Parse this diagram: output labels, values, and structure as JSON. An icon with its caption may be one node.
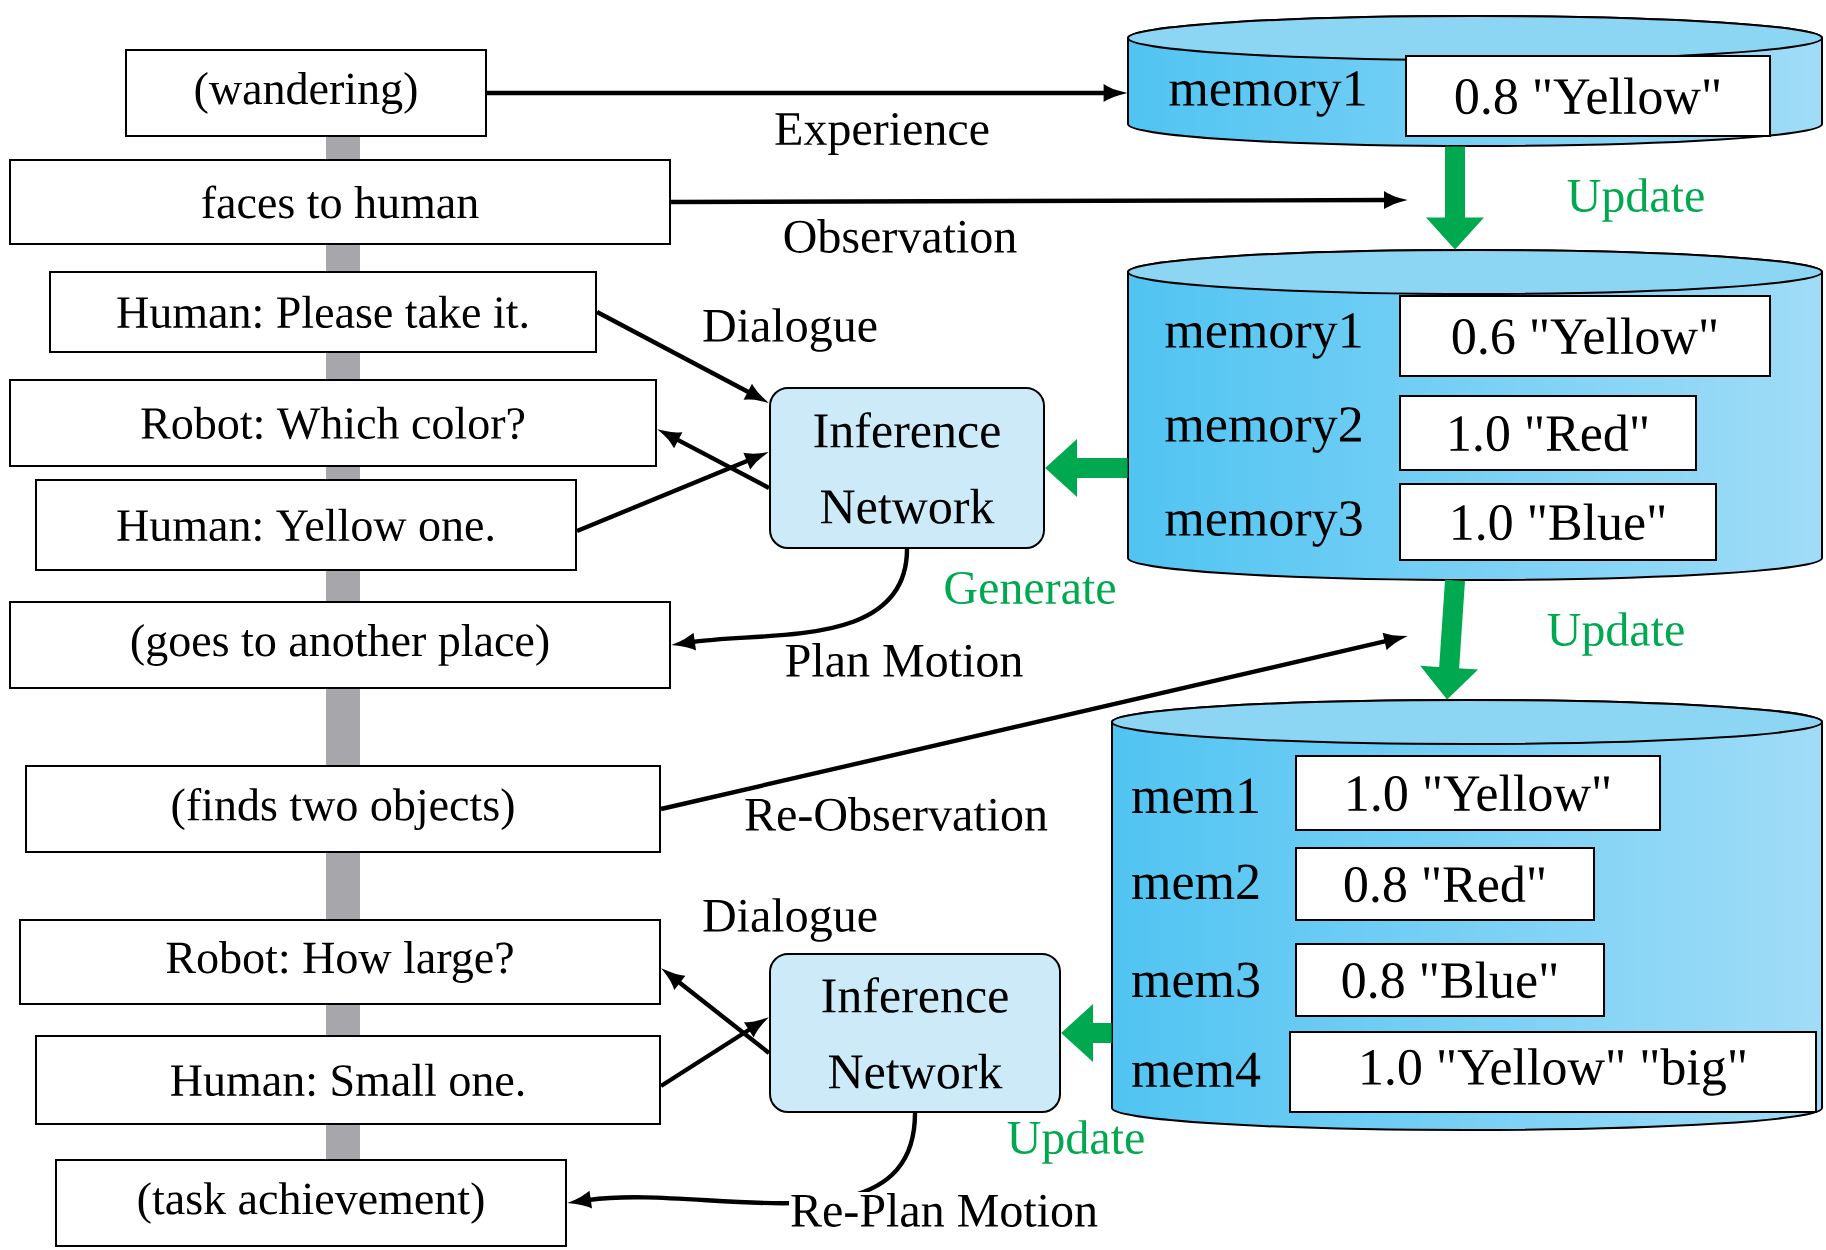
{
  "diagram": {
    "nodes": [
      {
        "text": [
          "(wandering)"
        ]
      },
      {
        "text": [
          "faces to human"
        ]
      },
      {
        "text": [
          "Human: Please take it."
        ]
      },
      {
        "text": [
          "Robot: Which color?"
        ]
      },
      {
        "text": [
          "Human: Yellow one."
        ]
      },
      {
        "text": [
          "(goes to another place)"
        ]
      },
      {
        "text": [
          "(finds two objects)"
        ]
      },
      {
        "text": [
          "Robot: How large?"
        ]
      },
      {
        "text": [
          "Human: Small one."
        ]
      },
      {
        "text": [
          "(task achievement)"
        ]
      },
      {
        "text": [
          "Inference Network"
        ]
      },
      {
        "text": [
          "Inference Network"
        ]
      },
      {
        "text": [
          "memory1"
        ]
      },
      {
        "text": [
          "0.8 \"Yellow\""
        ],
        "in": 12
      },
      {
        "text": [
          "memory1",
          "memory2",
          "memory3"
        ]
      },
      {
        "text": [
          "0.6 \"Yellow\""
        ],
        "in": 14
      },
      {
        "text": [
          "1.0 \"Red\""
        ],
        "in": 14
      },
      {
        "text": [
          "1.0 \"Blue\""
        ],
        "in": 14
      },
      {
        "text": [
          "mem1",
          "mem2",
          "mem3",
          "mem4"
        ]
      },
      {
        "text": [
          "1.0 \"Yellow\""
        ],
        "in": 18
      },
      {
        "text": [
          "0.8 \"Red\""
        ],
        "in": 18
      },
      {
        "text": [
          "0.8 \"Blue\""
        ],
        "in": 18
      },
      {
        "text": [
          "1.0 \"Yellow\" \"big\""
        ],
        "in": 18
      }
    ],
    "edges": [
      {
        "from": 0,
        "to": 12,
        "arrow": "to",
        "label": "Experience"
      },
      {
        "from": 1,
        "to": null,
        "arrow": "to",
        "label": "Observation"
      },
      {
        "from": 12,
        "to": 14,
        "arrow": "to",
        "label": "Update",
        "style": "thick",
        "color": "#00a94f"
      },
      {
        "from": 2,
        "to": 10,
        "arrow": "to",
        "label": "Dialogue"
      },
      {
        "from": 10,
        "to": 3,
        "arrow": "to"
      },
      {
        "from": 4,
        "to": 10,
        "arrow": "to"
      },
      {
        "from": 10,
        "to": 5,
        "arrow": "to",
        "label": "Plan Motion"
      },
      {
        "from": 14,
        "to": 10,
        "arrow": "to",
        "label": "Generate",
        "style": "thick",
        "color": "#00a94f"
      },
      {
        "from": 14,
        "to": 18,
        "arrow": "to",
        "label": "Update",
        "style": "thick",
        "color": "#00a94f"
      },
      {
        "from": 6,
        "to": null,
        "arrow": "to",
        "label": "Re-Observation"
      },
      {
        "from": 11,
        "to": 7,
        "arrow": "to",
        "label": "Dialogue"
      },
      {
        "from": 8,
        "to": 11,
        "arrow": "to"
      },
      {
        "from": 11,
        "to": 9,
        "arrow": "to",
        "label": "Re-Plan Motion"
      },
      {
        "from": 18,
        "to": 11,
        "arrow": "to",
        "label": "Update",
        "style": "thick",
        "color": "#00a94f"
      }
    ]
  }
}
